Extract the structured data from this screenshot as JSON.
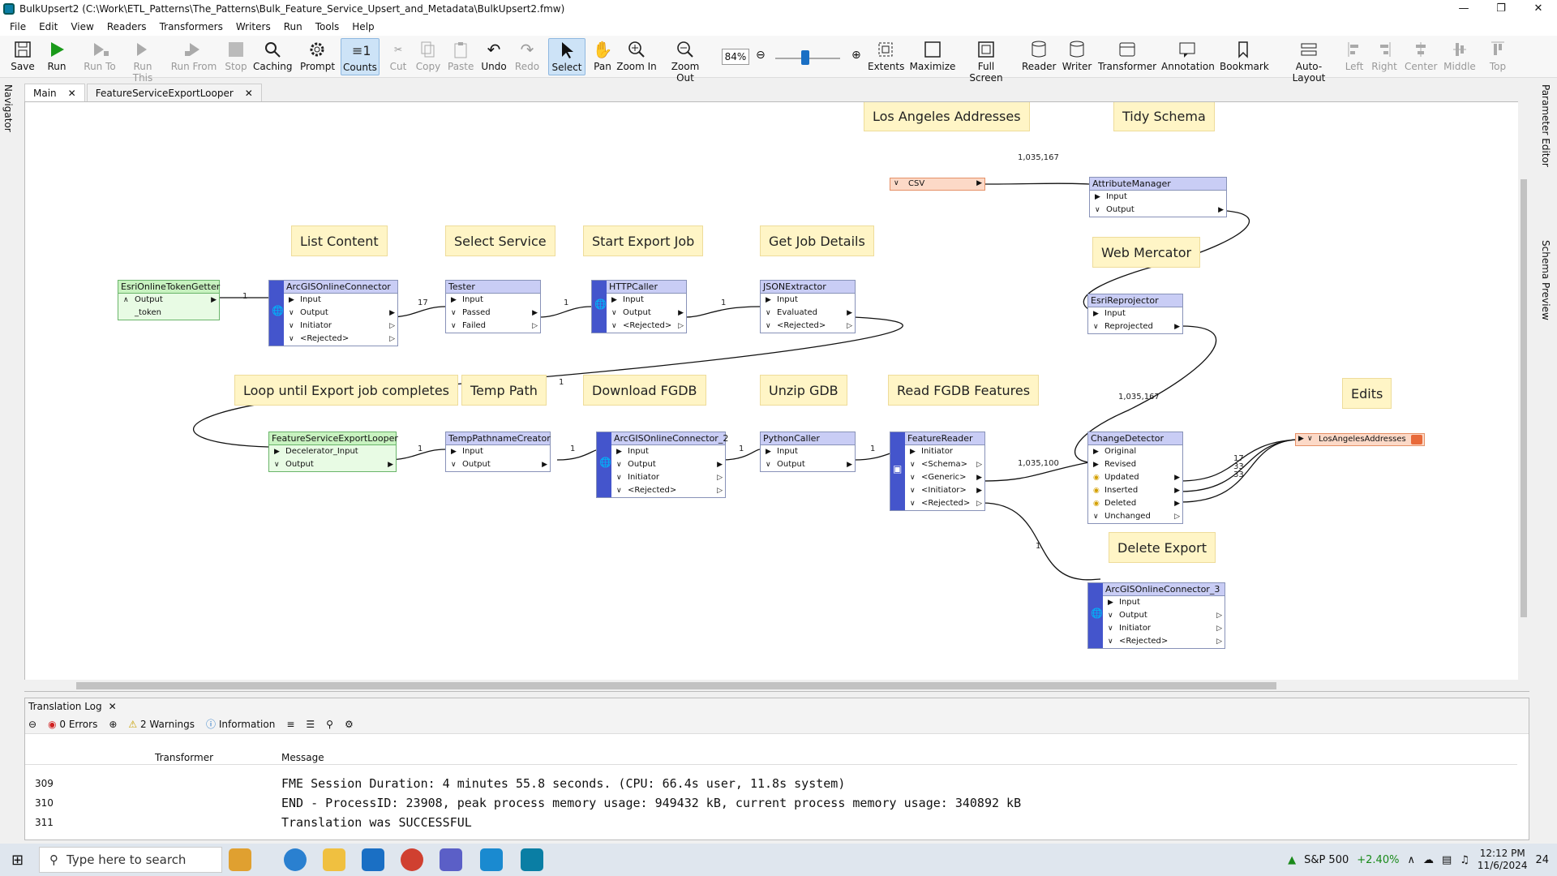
{
  "window": {
    "title": "BulkUpsert2 (C:\\Work\\ETL_Patterns\\The_Patterns\\Bulk_Feature_Service_Upsert_and_Metadata\\BulkUpsert2.fmw)"
  },
  "menu": [
    "File",
    "Edit",
    "View",
    "Readers",
    "Transformers",
    "Writers",
    "Run",
    "Tools",
    "Help"
  ],
  "toolbar": {
    "save": "Save",
    "run": "Run",
    "run_to": "Run To",
    "run_this": "Run This",
    "run_from": "Run From",
    "stop": "Stop",
    "caching": "Caching",
    "prompt": "Prompt",
    "counts": "Counts",
    "cut": "Cut",
    "copy": "Copy",
    "paste": "Paste",
    "undo": "Undo",
    "redo": "Redo",
    "select": "Select",
    "pan": "Pan",
    "zoom_in": "Zoom In",
    "zoom_out": "Zoom Out",
    "zoom_level": "84%",
    "extents": "Extents",
    "maximize": "Maximize",
    "full_screen": "Full Screen",
    "reader": "Reader",
    "writer": "Writer",
    "transformer": "Transformer",
    "annotation": "Annotation",
    "bookmark": "Bookmark",
    "auto_layout": "Auto-Layout",
    "left": "Left",
    "right": "Right",
    "center": "Center",
    "middle": "Middle",
    "top": "Top"
  },
  "side_tabs": {
    "navigator": "Navigator",
    "parameter_editor": "Parameter Editor",
    "schema_preview": "Schema Preview"
  },
  "tabs": [
    {
      "label": "Main"
    },
    {
      "label": "FeatureServiceExportLooper"
    }
  ],
  "annotations": {
    "la_addresses": "Los Angeles Addresses",
    "tidy_schema": "Tidy Schema",
    "list_content": "List Content",
    "select_service": "Select Service",
    "start_export": "Start Export Job",
    "get_job": "Get Job Details",
    "web_mercator": "Web Mercator",
    "loop": "Loop until Export job completes",
    "temp_path": "Temp Path",
    "download": "Download FGDB",
    "unzip": "Unzip GDB",
    "read_fgdb": "Read FGDB Features",
    "edits": "Edits",
    "delete_export": "Delete Export"
  },
  "nodes": {
    "csv": {
      "title": "CSV"
    },
    "attrmgr": {
      "title": "AttributeManager",
      "ports": [
        "Input",
        "Output"
      ]
    },
    "token": {
      "title": "EsriOnlineTokenGetter",
      "ports": [
        "Output",
        "_token"
      ]
    },
    "agol": {
      "title": "ArcGISOnlineConnector",
      "ports": [
        "Input",
        "Output",
        "Initiator",
        "<Rejected>"
      ]
    },
    "tester": {
      "title": "Tester",
      "ports": [
        "Input",
        "Passed",
        "Failed"
      ]
    },
    "http": {
      "title": "HTTPCaller",
      "ports": [
        "Input",
        "Output",
        "<Rejected>"
      ]
    },
    "json": {
      "title": "JSONExtractor",
      "ports": [
        "Input",
        "Evaluated",
        "<Rejected>"
      ]
    },
    "reproj": {
      "title": "EsriReprojector",
      "ports": [
        "Input",
        "Reprojected"
      ]
    },
    "looper": {
      "title": "FeatureServiceExportLooper",
      "ports": [
        "Decelerator_Input",
        "Output"
      ]
    },
    "temppath": {
      "title": "TempPathnameCreator",
      "ports": [
        "Input",
        "Output"
      ]
    },
    "agol2": {
      "title": "ArcGISOnlineConnector_2",
      "ports": [
        "Input",
        "Output",
        "Initiator",
        "<Rejected>"
      ]
    },
    "python": {
      "title": "PythonCaller",
      "ports": [
        "Input",
        "Output"
      ]
    },
    "reader": {
      "title": "FeatureReader",
      "ports": [
        "Initiator",
        "<Schema>",
        "<Generic>",
        "<Initiator>",
        "<Rejected>"
      ]
    },
    "change": {
      "title": "ChangeDetector",
      "ports": [
        "Original",
        "Revised",
        "Updated",
        "Inserted",
        "Deleted",
        "Unchanged"
      ]
    },
    "writer": {
      "title": "LosAngelesAddresses"
    },
    "agol3": {
      "title": "ArcGISOnlineConnector_3",
      "ports": [
        "Input",
        "Output",
        "Initiator",
        "<Rejected>"
      ]
    }
  },
  "counts": {
    "csv_attr": "1,035,167",
    "token_agol": "1",
    "agol_tester": "17",
    "tester_http": "1",
    "http_json": "1",
    "json_looper": "1",
    "looper_temp": "1",
    "temp_agol2": "1",
    "agol2_python": "1",
    "python_reader": "1",
    "reader_change": "1,035,100",
    "reproj_change": "1,035,167",
    "reader_agol3": "1",
    "upd": "17",
    "ins": "33",
    "del": "33"
  },
  "log": {
    "panel_title": "Translation Log",
    "errors": "0 Errors",
    "warnings": "2 Warnings",
    "information": "Information",
    "col_transformer": "Transformer",
    "col_message": "Message",
    "rows": [
      {
        "num": "309",
        "msg": "FME Session Duration: 4 minutes 55.8 seconds. (CPU: 66.4s user, 11.8s system)"
      },
      {
        "num": "310",
        "msg": "END - ProcessID: 23908, peak process memory usage: 949432 kB, current process memory usage: 340892 kB"
      },
      {
        "num": "311",
        "msg": "Translation was SUCCESSFUL"
      }
    ]
  },
  "taskbar": {
    "search_placeholder": "Type here to search",
    "stock_name": "S&P 500",
    "stock_change": "+2.40%",
    "time": "12:12 PM",
    "date": "11/6/2024",
    "notifications": "24"
  },
  "colors": {
    "accent": "#4455cc",
    "transformer_header": "#c9cdf5",
    "annotation": "#fff5c6",
    "custom_green": "#c8f2c0",
    "reader_orange": "#fcd9c7",
    "success_green": "#1a8a1a"
  }
}
